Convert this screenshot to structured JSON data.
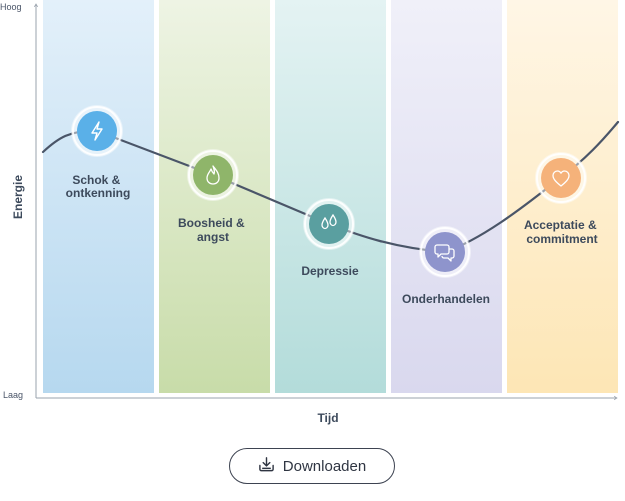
{
  "axes": {
    "y_high": "Hoog",
    "y_low": "Laag",
    "y_title": "Energie",
    "x_title": "Tijd"
  },
  "phases": [
    {
      "label_lines": [
        "Schok &",
        "ontkenning"
      ],
      "icon": "lightning-icon",
      "color": "#5ab0e8",
      "band_top": "#e3f0fa",
      "band_bottom": "#b6d8ef"
    },
    {
      "label_lines": [
        "Boosheid &",
        "angst"
      ],
      "icon": "flame-icon",
      "color": "#8fb56a",
      "band_top": "#eef4e4",
      "band_bottom": "#c8dca9"
    },
    {
      "label_lines": [
        "Depressie"
      ],
      "icon": "droplets-icon",
      "color": "#5a9fa0",
      "band_top": "#e4f3f3",
      "band_bottom": "#b3dcda"
    },
    {
      "label_lines": [
        "Onderhandelen"
      ],
      "icon": "chat-bubbles-icon",
      "color": "#8e94cc",
      "band_top": "#f0f0f9",
      "band_bottom": "#d9d8ee"
    },
    {
      "label_lines": [
        "Acceptatie &",
        "commitment"
      ],
      "icon": "heart-icon",
      "color": "#f5b27a",
      "band_top": "#fff6e6",
      "band_bottom": "#fde6b5"
    }
  ],
  "download": {
    "label": "Downloaden",
    "icon": "download-tray-icon"
  }
}
